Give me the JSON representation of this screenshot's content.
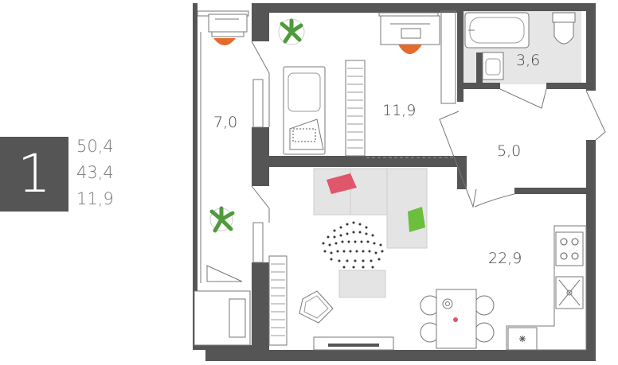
{
  "unit": {
    "rooms": "1",
    "total_area": "50,4",
    "living_area": "43,4",
    "kitchen_area": "11,9"
  },
  "rooms": {
    "loggia": "7,0",
    "bedroom": "11,9",
    "bathroom": "3,6",
    "hall": "5,0",
    "living_kitchen": "22,9"
  },
  "colors": {
    "wall": "#555555",
    "floor_bath": "#e6e6e6",
    "line": "#777777",
    "accent_red": "#e0566a",
    "accent_orange": "#e56a2e",
    "plant_green": "#4f9a3c",
    "pillow_green": "#6bbf3c",
    "sofa": "#e4e4e4"
  },
  "icons": {
    "plant": "plant-icon",
    "bathtub": "bathtub-icon",
    "toilet": "toilet-icon",
    "cooktop": "cooktop-icon",
    "sink": "sink-icon",
    "washer": "washer-icon"
  }
}
